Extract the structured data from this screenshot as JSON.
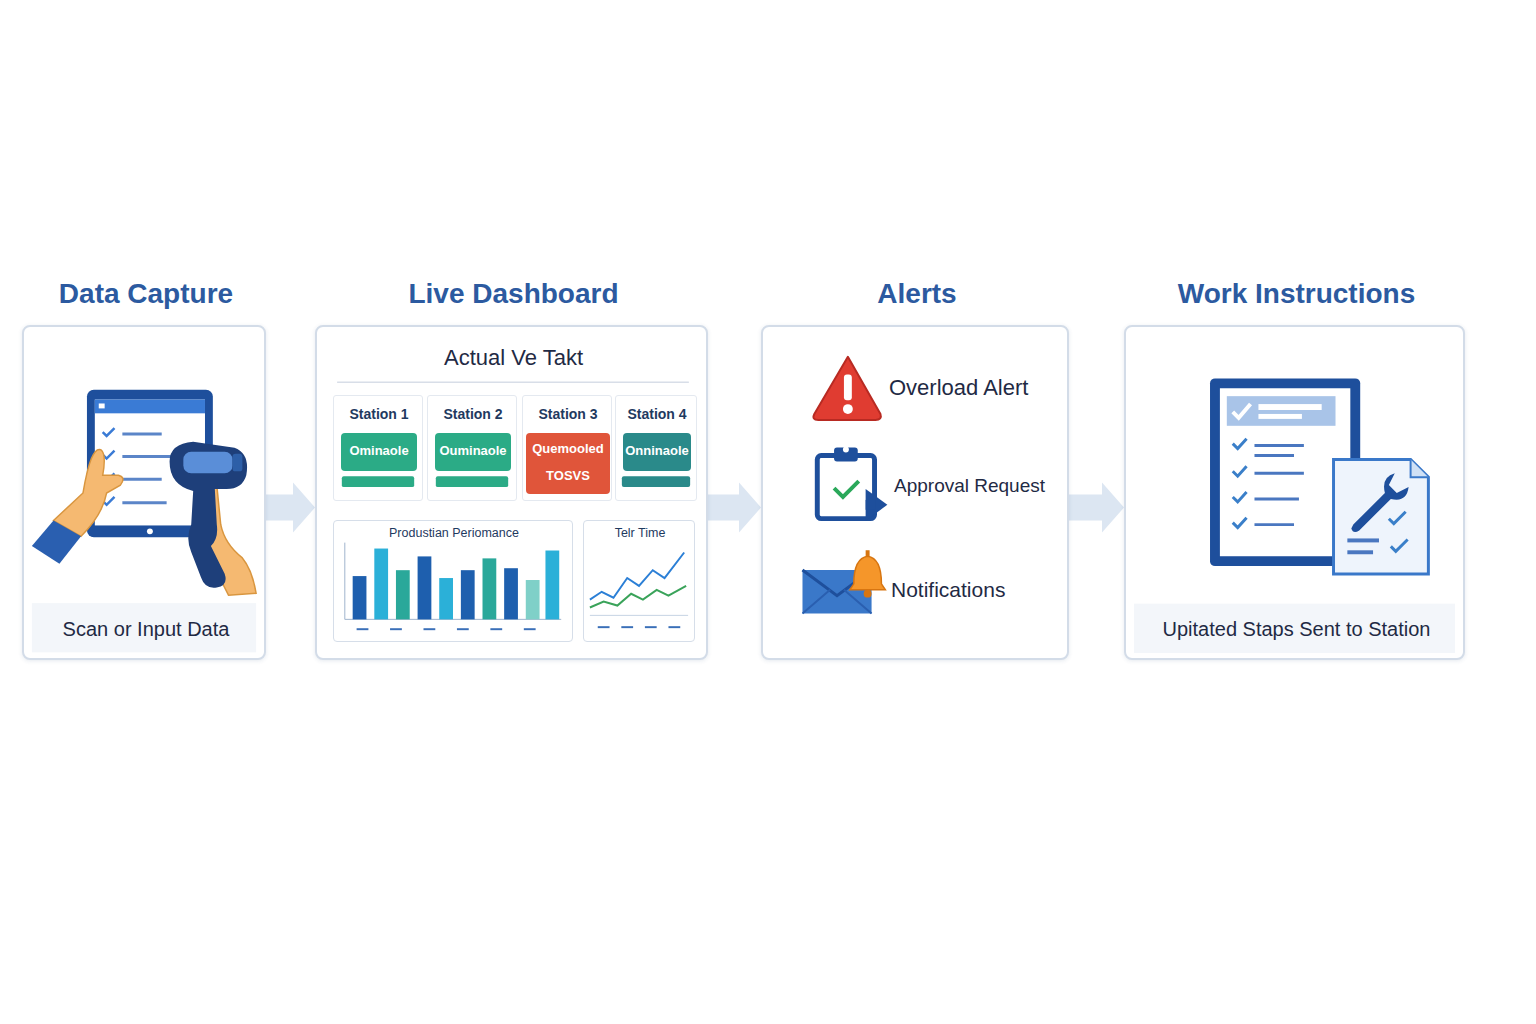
{
  "diagram": {
    "nodes": [
      {
        "text": [
          "Data Capture",
          "Scan or Input Data"
        ]
      },
      {
        "text": [
          "Live Dashboard",
          "Actual Ve Takt"
        ]
      },
      {
        "text": [
          "Station 1",
          "Ominaole"
        ],
        "in": 1
      },
      {
        "text": [
          "Station 2",
          "Ouminaole"
        ],
        "in": 1
      },
      {
        "text": [
          "Station 3",
          "Quemooled",
          "TOSVS"
        ],
        "in": 1
      },
      {
        "text": [
          "Station 4",
          "Onninaole"
        ],
        "in": 1
      },
      {
        "text": [
          "Produstian Periomance"
        ],
        "in": 1
      },
      {
        "text": [
          "Telr Time"
        ],
        "in": 1
      },
      {
        "text": [
          "Alerts",
          "Overload Alert",
          "Approval Request",
          "Notifications"
        ]
      },
      {
        "text": [
          "Work Instructions",
          "Upitated Staps Sent to Station"
        ]
      }
    ],
    "edges": [
      {
        "from": 0,
        "to": 1,
        "arrow": "to"
      },
      {
        "from": 1,
        "to": 8,
        "arrow": "to"
      },
      {
        "from": 8,
        "to": 9,
        "arrow": "to"
      }
    ]
  }
}
